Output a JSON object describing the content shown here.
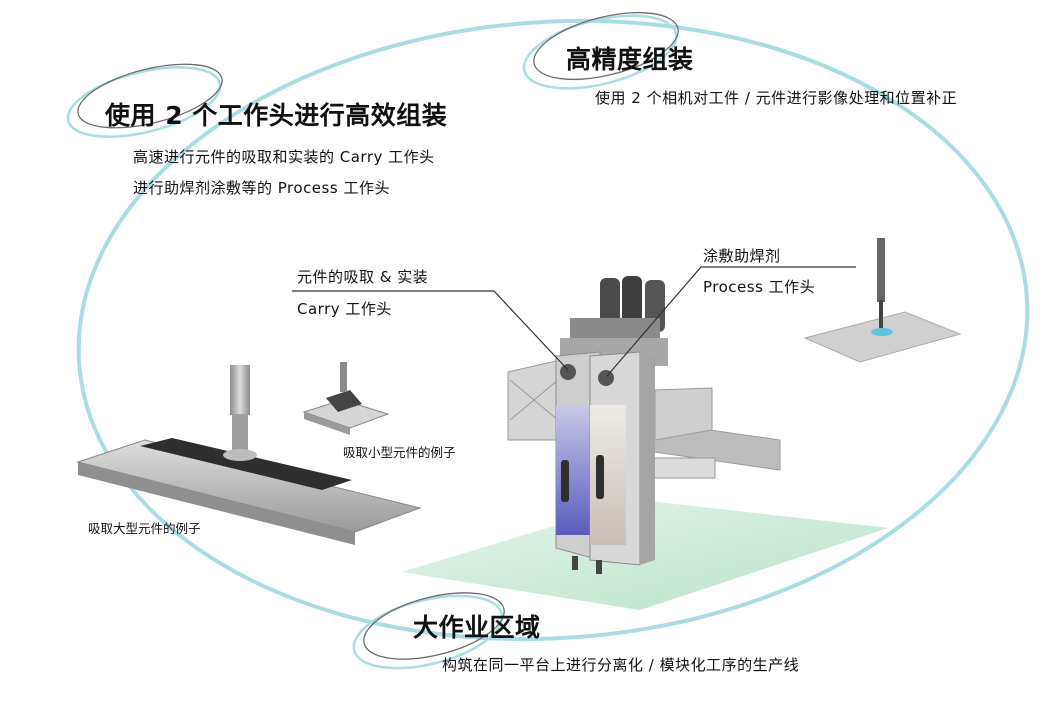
{
  "features": {
    "dual_head": {
      "title": "使用 2 个工作头进行高效组装",
      "lines": [
        "高速进行元件的吸取和实装的 Carry 工作头",
        "进行助焊剂涂敷等的 Process 工作头"
      ]
    },
    "precision": {
      "title": "高精度组装",
      "lines": [
        "使用 2 个相机对工件 / 元件进行影像处理和位置补正"
      ]
    },
    "work_area": {
      "title": "大作业区域",
      "lines": [
        "构筑在同一平台上进行分离化 / 模块化工序的生产线"
      ]
    }
  },
  "callouts": {
    "carry": [
      "元件的吸取 & 实装",
      "Carry 工作头"
    ],
    "process": [
      "涂敷助焊剂",
      "Process 工作头"
    ]
  },
  "captions": {
    "small": "吸取小型元件的例子",
    "large": "吸取大型元件的例子"
  },
  "colors": {
    "orbit": "#a9dde3",
    "swirl": "#6b6b6b",
    "floor": "#c5e8d3",
    "carry_panel": "#6e6ec8",
    "process_panel": "#d9d3cc"
  }
}
